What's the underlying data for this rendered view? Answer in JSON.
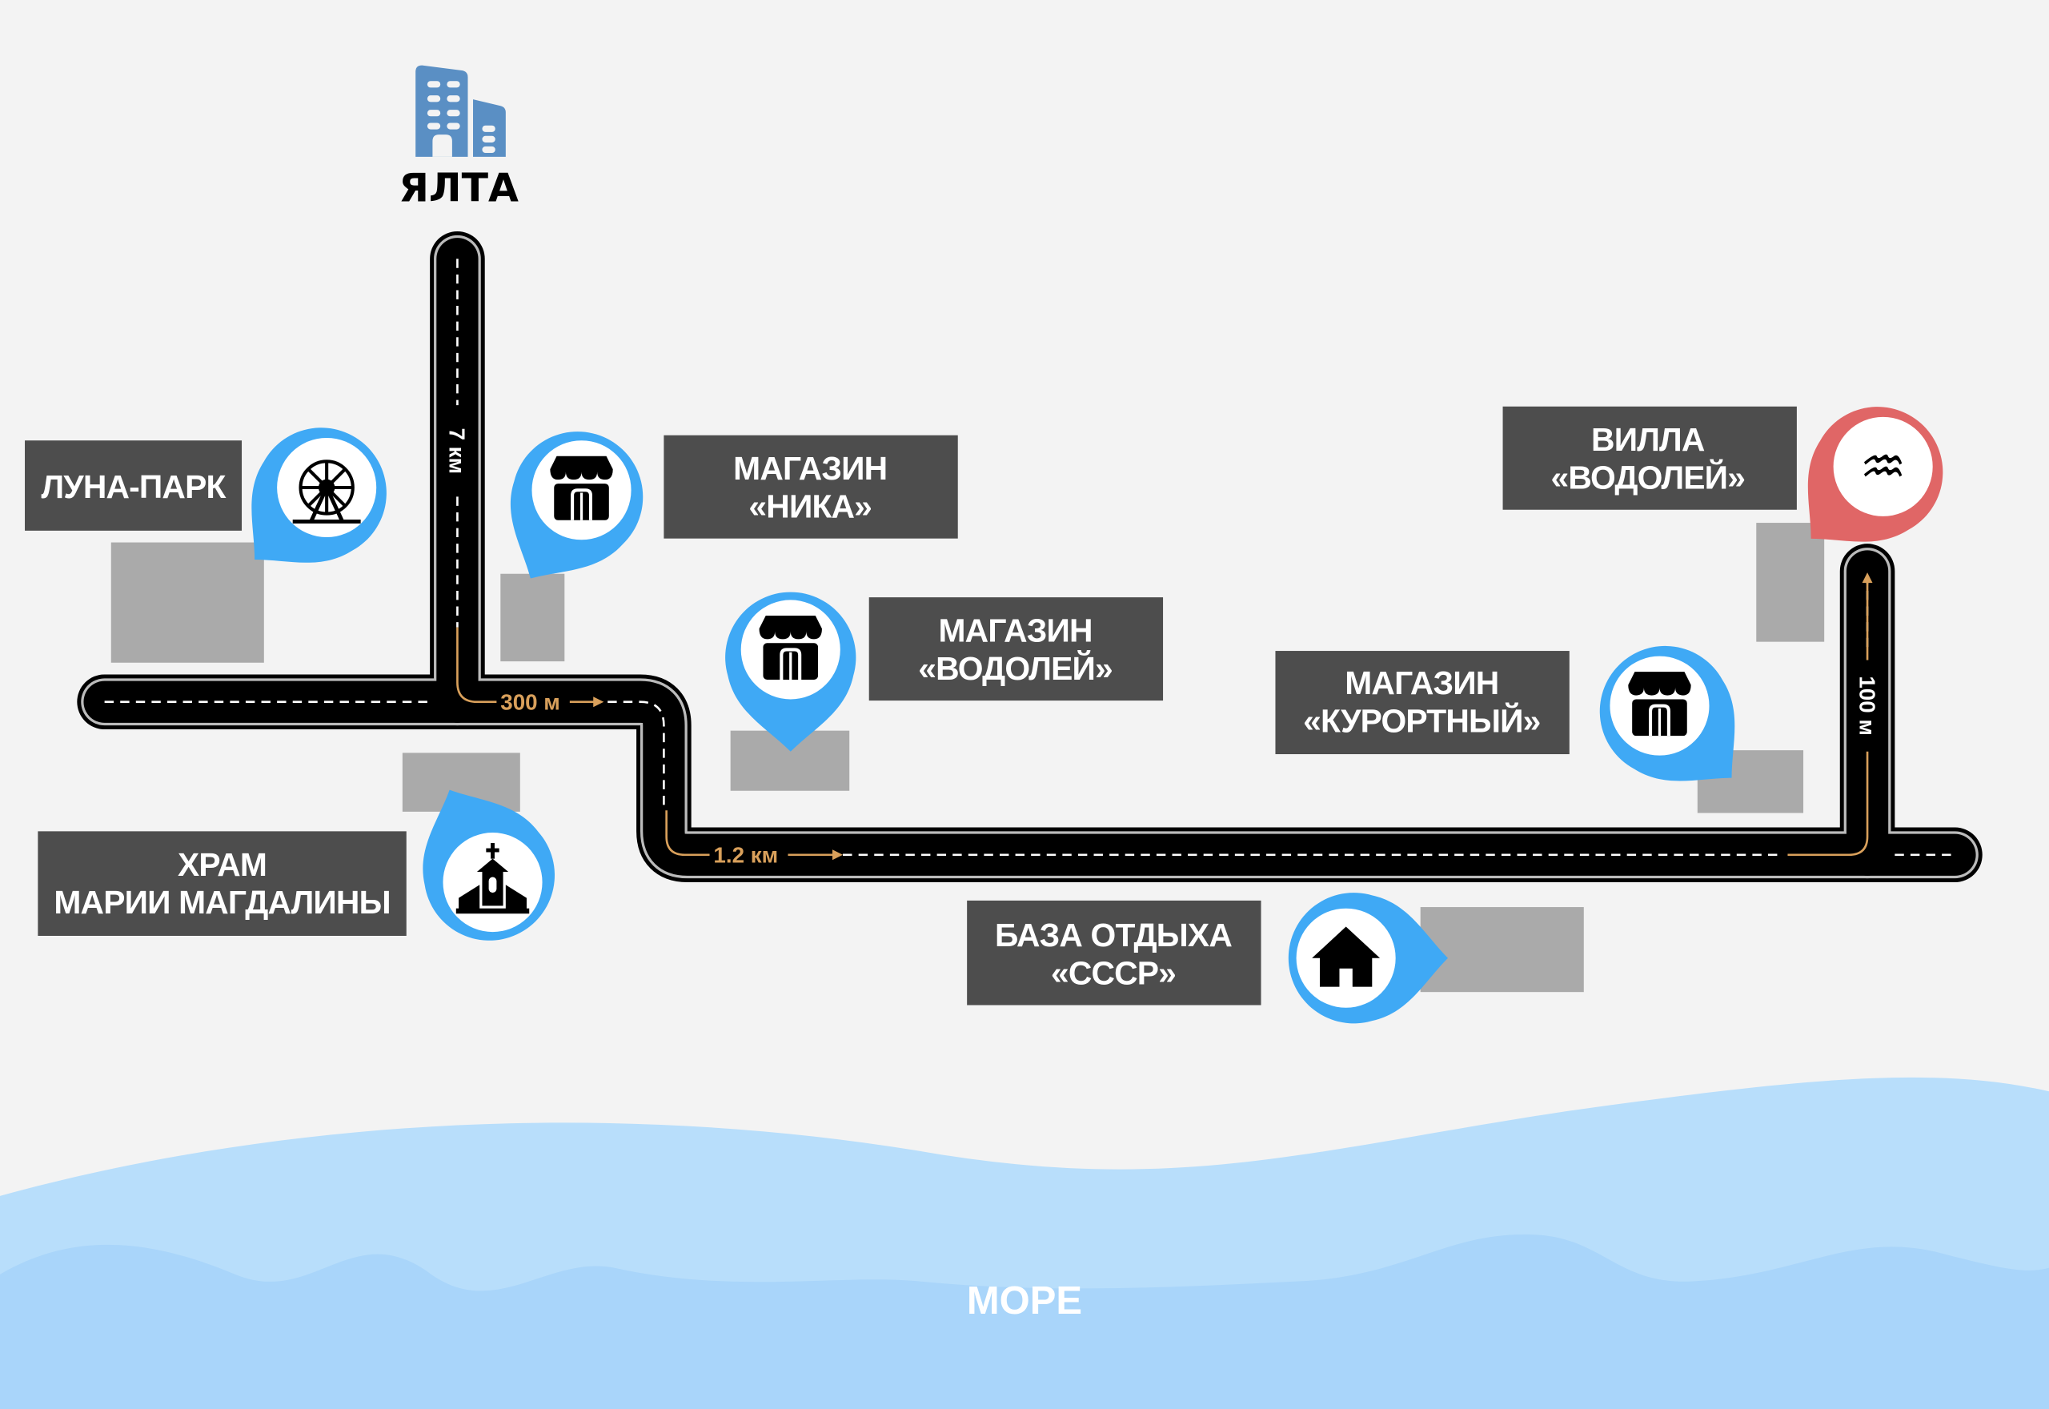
{
  "city": {
    "name": "ЯЛТА",
    "icon": "city-buildings-icon",
    "color": "#5a8fc4"
  },
  "distances": {
    "seg1": "7 км",
    "seg2": "300 м",
    "seg3": "1.2 км",
    "seg4": "100 м"
  },
  "places": {
    "luna_park": {
      "label": "ЛУНА-ПАРК",
      "icon": "ferris-wheel-icon"
    },
    "shop_nika": {
      "line1": "МАГАЗИН",
      "line2": "«НИКА»",
      "icon": "shop-icon"
    },
    "shop_vodoley": {
      "line1": "МАГАЗИН",
      "line2": "«ВОДОЛЕЙ»",
      "icon": "shop-icon"
    },
    "shop_kurortny": {
      "line1": "МАГАЗИН",
      "line2": "«КУРОРТНЫЙ»",
      "icon": "shop-icon"
    },
    "villa": {
      "line1": "ВИЛЛА",
      "line2": "«ВОДОЛЕЙ»",
      "icon": "aquarius-icon",
      "glyph": "♒"
    },
    "church": {
      "line1": "ХРАМ",
      "line2": "МАРИИ МАГДАЛИНЫ",
      "icon": "church-icon"
    },
    "base": {
      "line1": "БАЗА ОТДЫХА",
      "line2": "«СССР»",
      "icon": "house-icon"
    }
  },
  "sea": {
    "label": "МОРЕ"
  },
  "colors": {
    "background": "#f3f3f3",
    "road": "#000000",
    "pin": "#3fa9f5",
    "destination_pin": "#e06666",
    "label_box": "#4d4d4d",
    "building": "#aaaaaa",
    "distance": "#d9a05b",
    "sea_light": "#b8defb",
    "sea_dark": "#a9d5fa"
  }
}
